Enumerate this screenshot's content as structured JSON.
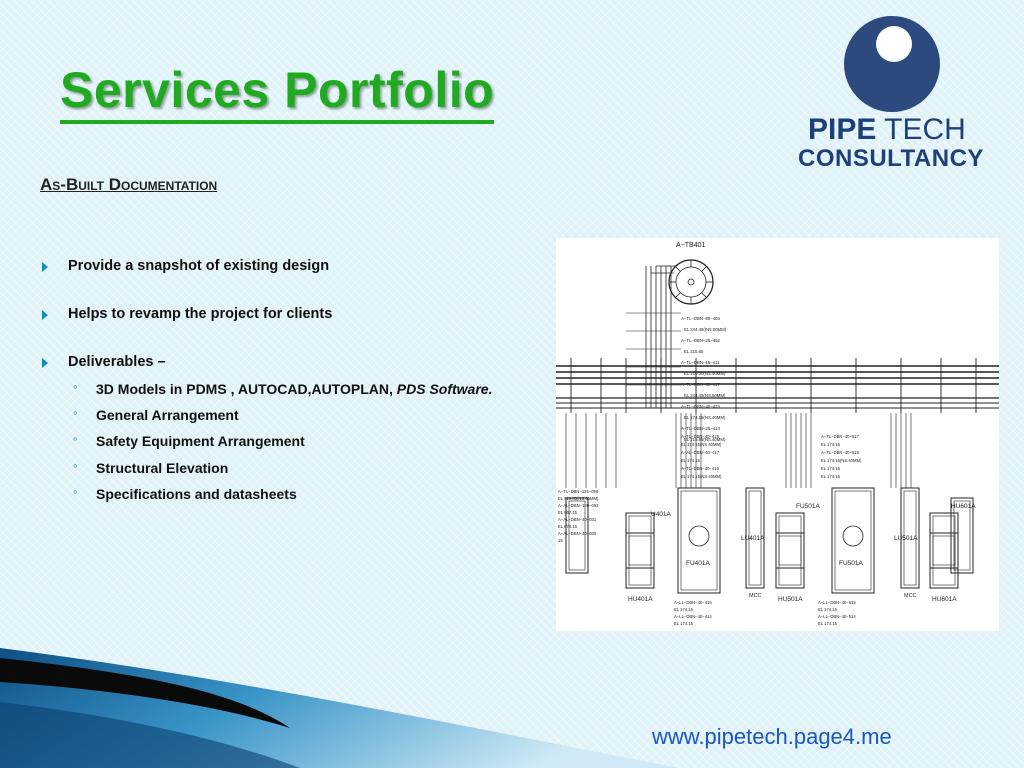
{
  "slide": {
    "title": "Services Portfolio",
    "subtitle": "As-Built Documentation",
    "bullets": [
      "Provide a snapshot of existing design",
      "Helps to revamp the project for clients",
      "Deliverables –"
    ],
    "deliverables": [
      {
        "text": "3D Models in PDMS , AUTOCAD,AUTOPLAN, ",
        "emphasis": "PDS Software."
      },
      {
        "text": "General Arrangement"
      },
      {
        "text": "Safety Equipment Arrangement"
      },
      {
        "text": "Structural Elevation"
      },
      {
        "text": "Specifications and datasheets"
      }
    ],
    "footer_url": "www.pipetech.page4.me"
  },
  "logo": {
    "name_bold": "PIPE",
    "name_regular": " TECH",
    "subname": "CONSULTANCY"
  },
  "drawing": {
    "tag_top": "A−TB401",
    "equipment_labels": [
      "U401A",
      "FU401A",
      "LU401A",
      "HU401A",
      "MCC",
      "FU501A",
      "HU501A",
      "FU501A",
      "LU501A",
      "MCC",
      "HU601A",
      "HU601A"
    ],
    "line_callouts": [
      "A−TL−DBN−80−404",
      "EL 244.45(IN5.00MM)",
      "A−TL−DBN−25−452",
      "EL 215.65",
      "A−TL−DBN−15−411",
      "EL 210.00(NS.40MM)",
      "A−TL−DBN−80−117",
      "EL 244.45(NS.50MM)",
      "A−TL−DBN−40−415",
      "EL 174.15(NS.40MM)",
      "A−TL−DBN−25−413",
      "EL 215.85(NS.40MM)"
    ],
    "lower_callouts": [
      "A−TL−DBN−40−418",
      "EL 174.15(NS.40MM)",
      "A−AL−DBN−40−417",
      "EL 174.15",
      "A−TL−DBN−40−416",
      "EL 174.15(NS.40MM)",
      "A−TL−DBN−40−517",
      "EL 174.15",
      "A−TL−DBN−40−515",
      "EL 174.15(NS.40MM)",
      "EL 174.15",
      "EL 174.15"
    ],
    "left_callouts": [
      "A−TL−DBN−125−059",
      "EL 919.85(NS.65MM)",
      "A−AL−DBN−100−053",
      "EL 967.15",
      "A−AL−DBN−40−031",
      "EL 874.15",
      "A−AL−DBN−40−030",
      "15"
    ],
    "bottom_callouts": [
      "A−LL−DBN−40−415",
      "EL 174.15",
      "A−LL−DBN−40−414",
      "EL 174.15",
      "A−LL−DBN−40−515",
      "EL 174.15",
      "A−LL−DBN−40−514",
      "EL 174.15"
    ]
  },
  "colors": {
    "title_green": "#1faa1f",
    "bullet_accent": "#0e8fbf",
    "logo_navy": "#2c4a7d",
    "link_blue": "#1a55c4"
  }
}
